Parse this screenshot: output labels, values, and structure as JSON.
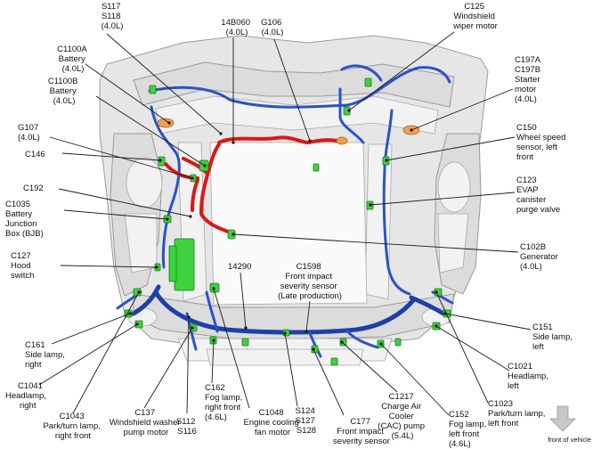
{
  "labels": {
    "s117": [
      "S117",
      "S118",
      "(4.0L)"
    ],
    "c14b060": [
      "14B060",
      "(4.0L)"
    ],
    "g106": [
      "G106",
      "(4.0L)"
    ],
    "c125": [
      "C125",
      "Windshield",
      "wiper motor"
    ],
    "c1100a": [
      "C1100A",
      "Battery",
      "(4.0L)"
    ],
    "c1100b": [
      "C1100B",
      "Battery",
      "(4.0L)"
    ],
    "c197": [
      "C197A",
      "C197B",
      "Starter",
      "motor",
      "(4.0L)"
    ],
    "g107": [
      "G107",
      "(4.0L)"
    ],
    "c150": [
      "C150",
      "Wheel speed",
      "sensor, left",
      "front"
    ],
    "c146": [
      "C146"
    ],
    "c192": [
      "C192"
    ],
    "c123": [
      "C123",
      "EVAP",
      "canister",
      "purge valve"
    ],
    "c1035": [
      "C1035",
      "Battery",
      "Junction",
      "Box (BJB)"
    ],
    "c102b": [
      "C102B",
      "Generator",
      "(4.0L)"
    ],
    "c127": [
      "C127",
      "Hood",
      "switch"
    ],
    "c14290": [
      "14290"
    ],
    "c1598": [
      "C1598",
      "Front impact",
      "severity sensor",
      "(Late production)"
    ],
    "c161": [
      "C161",
      "Side lamp,",
      "right"
    ],
    "c151": [
      "C151",
      "Side lamp,",
      "left"
    ],
    "c1021": [
      "C1021",
      "Headlamp,",
      "left"
    ],
    "c1041": [
      "C1041",
      "Headlamp,",
      "right"
    ],
    "c1043": [
      "C1043",
      "Park/turn lamp,",
      "right front"
    ],
    "c137": [
      "C137",
      "Windshield washer",
      "pump motor"
    ],
    "s112": [
      "S112",
      "S116"
    ],
    "c162": [
      "C162",
      "Fog lamp,",
      "right front",
      "(4.6L)"
    ],
    "c1048": [
      "C1048",
      "Engine cooling",
      "fan motor"
    ],
    "s124": [
      "S124",
      "S127",
      "S128"
    ],
    "c177": [
      "C177",
      "Front impact",
      "severity sensor"
    ],
    "c1217": [
      "C1217",
      "Charge Air",
      "Cooler",
      "(CAC) pump",
      "(5.4L)"
    ],
    "c152": [
      "C152",
      "Fog lamp,",
      "left front",
      "(4.6L)"
    ],
    "c1023": [
      "C1023",
      "Park/turn lamp,",
      "left front"
    ],
    "front": [
      "front of vehicle"
    ]
  },
  "colors": {
    "harness_main": "#1f3fa8",
    "harness_battery": "#d81818",
    "connector": "#3ed23e",
    "grommet": "#f0a050",
    "arrow": "#c8c8c8"
  },
  "icons": {
    "front_arrow": "down-arrow-icon"
  }
}
